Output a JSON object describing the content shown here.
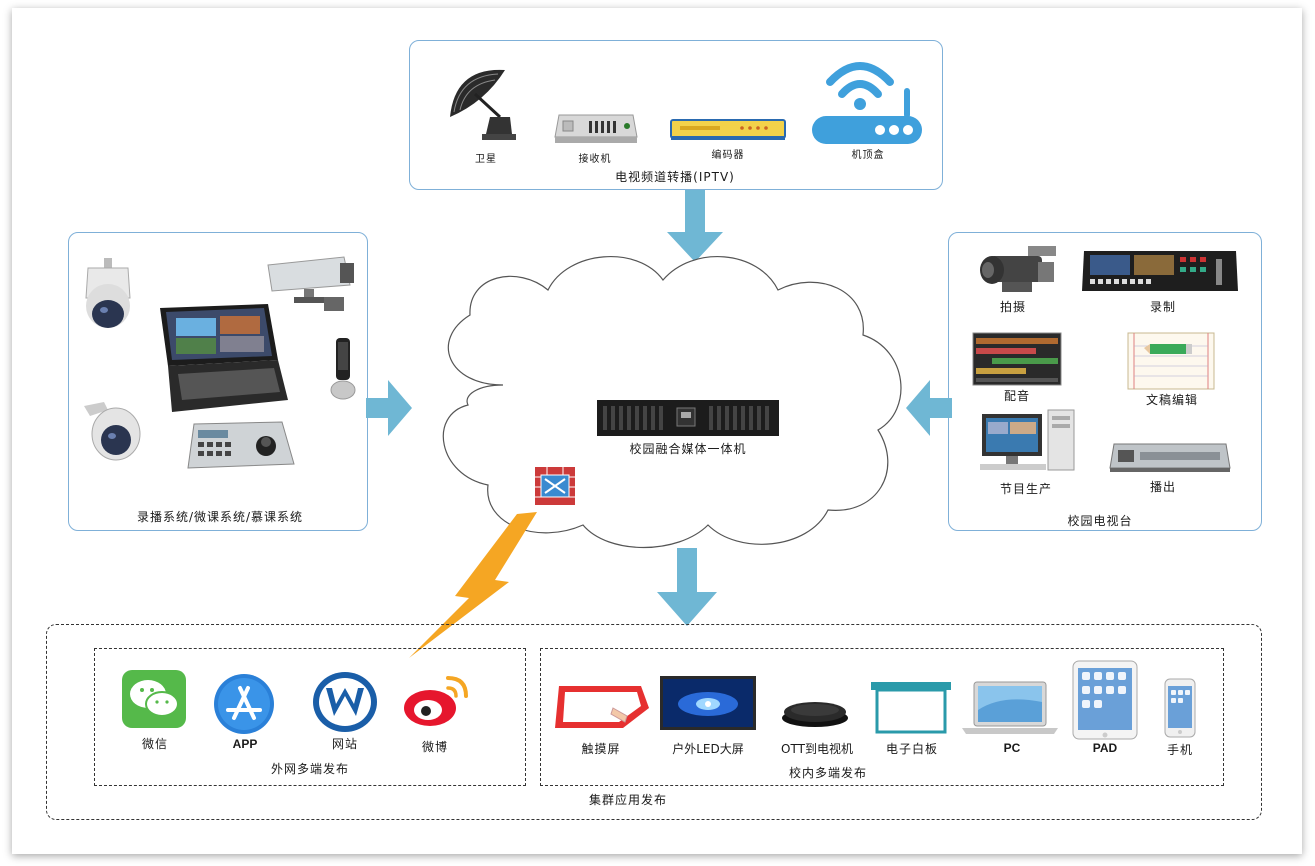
{
  "top_group": {
    "title": "电视频道转播(IPTV)",
    "items": [
      {
        "label": "卫星",
        "icon": "satellite-dish-icon"
      },
      {
        "label": "接收机",
        "icon": "receiver-icon"
      },
      {
        "label": "编码器",
        "icon": "encoder-icon"
      },
      {
        "label": "机顶盒",
        "icon": "set-top-box-icon"
      }
    ]
  },
  "left_group": {
    "title": "录播系统/微课系统/慕课系统"
  },
  "right_group": {
    "title": "校园电视台",
    "items": [
      {
        "label": "拍摄",
        "icon": "video-camera-icon"
      },
      {
        "label": "录制",
        "icon": "switcher-console-icon"
      },
      {
        "label": "配音",
        "icon": "audio-editor-icon"
      },
      {
        "label": "文稿编辑",
        "icon": "pencil-document-icon"
      },
      {
        "label": "节目生产",
        "icon": "workstation-icon"
      },
      {
        "label": "播出",
        "icon": "rack-server-icon"
      }
    ]
  },
  "center": {
    "label": "校园融合媒体一体机"
  },
  "bottom": {
    "title": "集群应用发布",
    "external": {
      "title": "外网多端发布",
      "items": [
        {
          "label": "微信",
          "icon": "wechat-icon"
        },
        {
          "label": "APP",
          "icon": "app-store-icon"
        },
        {
          "label": "网站",
          "icon": "website-icon"
        },
        {
          "label": "微博",
          "icon": "weibo-icon"
        }
      ]
    },
    "internal": {
      "title": "校内多端发布",
      "items": [
        {
          "label": "触摸屏",
          "icon": "touch-screen-icon"
        },
        {
          "label": "户外LED大屏",
          "icon": "led-screen-icon"
        },
        {
          "label": "OTT到电视机",
          "icon": "ott-box-icon"
        },
        {
          "label": "电子白板",
          "icon": "whiteboard-icon"
        },
        {
          "label": "PC",
          "icon": "laptop-icon"
        },
        {
          "label": "PAD",
          "icon": "tablet-icon"
        },
        {
          "label": "手机",
          "icon": "phone-icon"
        }
      ]
    }
  },
  "colors": {
    "border": "#7fb0d8",
    "arrow": "#6fb7d4",
    "lightning": "#f5a623"
  }
}
